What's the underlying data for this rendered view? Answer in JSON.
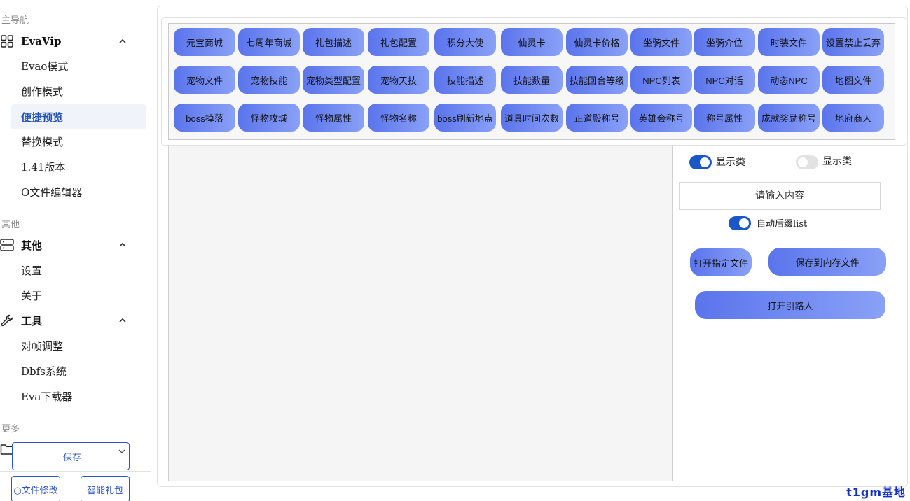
{
  "sidebar": {
    "captions": {
      "main": "主导航",
      "other": "其他",
      "more": "更多"
    },
    "groups": {
      "evavip": {
        "label": "EvaVip",
        "icon": "grid-icon"
      },
      "other": {
        "label": "其他",
        "icon": "server-icon"
      },
      "tools": {
        "label": "工具",
        "icon": "wrench-icon"
      },
      "more": {
        "label": "更多",
        "icon": "folder-icon"
      }
    },
    "evavip_items": [
      "Evao模式",
      "创作模式",
      "便捷预览",
      "替换模式",
      "1.41版本",
      "O文件编辑器"
    ],
    "active_item": "便捷预览",
    "other_items": [
      "设置",
      "关于"
    ],
    "tools_items": [
      "对帧调整",
      "Dbfs系统",
      "Eva下载器"
    ],
    "more_select": {
      "value": "保存"
    },
    "bottom_buttons": [
      "○文件修改",
      "智能礼包"
    ]
  },
  "grid_buttons": [
    [
      "元宝商城",
      "七周年商城",
      "礼包描述",
      "礼包配置",
      "积分大使",
      "仙灵卡",
      "仙灵卡价格",
      "坐骑文件",
      "坐骑介位",
      "时装文件",
      "设置禁止丢弃"
    ],
    [
      "宠物文件",
      "宠物技能",
      "宠物类型配置",
      "宠物天技",
      "技能描述",
      "技能数量",
      "技能回合等级",
      "NPC列表",
      "NPC对话",
      "动态NPC",
      "地图文件"
    ],
    [
      "boss掉落",
      "怪物攻城",
      "怪物属性",
      "怪物名称",
      "boss刷新地点",
      "道具时间次数",
      "正道殿称号",
      "英雄会称号",
      "称号属性",
      "成就奖励称号",
      "地府商人"
    ]
  ],
  "right_panel": {
    "toggle_a": {
      "label": "显示类",
      "on": true
    },
    "toggle_b": {
      "label": "显示类",
      "on": false
    },
    "input_placeholder": "请输入内容",
    "toggle_c": {
      "label": "自动后缀list",
      "on": true
    },
    "open_file_button": "打开指定文件",
    "save_memory_button": "保存到内存文件",
    "open_guide_button": "打开引路人"
  },
  "watermark": "t1gm基地",
  "colors": {
    "accent": "#1a56c8",
    "button_start": "#5a74ec",
    "button_end": "#8aa1f7"
  }
}
